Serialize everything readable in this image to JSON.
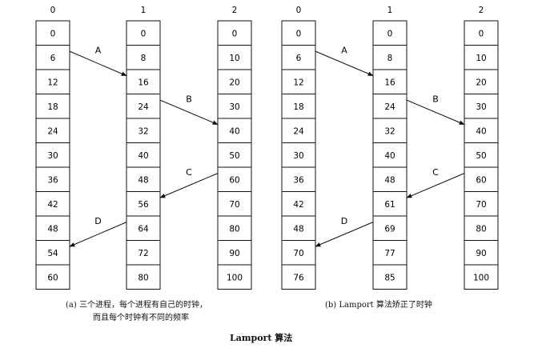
{
  "figure_title": "Lamport 算法",
  "panels": [
    {
      "id": "a",
      "caption_line1": "(a) 三个进程，每个进程有自己的时钟，",
      "caption_line2": "而且每个时钟有不同的频率",
      "processes": [
        {
          "label": "0",
          "values": [
            "0",
            "6",
            "12",
            "18",
            "24",
            "30",
            "36",
            "42",
            "48",
            "54",
            "60"
          ]
        },
        {
          "label": "1",
          "values": [
            "0",
            "8",
            "16",
            "24",
            "32",
            "40",
            "48",
            "56",
            "64",
            "72",
            "80"
          ]
        },
        {
          "label": "2",
          "values": [
            "0",
            "10",
            "20",
            "30",
            "40",
            "50",
            "60",
            "70",
            "80",
            "90",
            "100"
          ]
        }
      ],
      "messages": [
        {
          "label": "A",
          "from": [
            0,
            1
          ],
          "to": [
            1,
            2
          ]
        },
        {
          "label": "B",
          "from": [
            1,
            3
          ],
          "to": [
            2,
            4
          ]
        },
        {
          "label": "C",
          "from": [
            2,
            6
          ],
          "to": [
            1,
            7
          ]
        },
        {
          "label": "D",
          "from": [
            1,
            8
          ],
          "to": [
            0,
            9
          ]
        }
      ]
    },
    {
      "id": "b",
      "caption_line1": "(b) Lamport 算法矫正了时钟",
      "caption_line2": "",
      "processes": [
        {
          "label": "0",
          "values": [
            "0",
            "6",
            "12",
            "18",
            "24",
            "30",
            "36",
            "42",
            "48",
            "70",
            "76"
          ]
        },
        {
          "label": "1",
          "values": [
            "0",
            "8",
            "16",
            "24",
            "32",
            "40",
            "48",
            "61",
            "69",
            "77",
            "85"
          ]
        },
        {
          "label": "2",
          "values": [
            "0",
            "10",
            "20",
            "30",
            "40",
            "50",
            "60",
            "70",
            "80",
            "90",
            "100"
          ]
        }
      ],
      "messages": [
        {
          "label": "A",
          "from": [
            0,
            1
          ],
          "to": [
            1,
            2
          ]
        },
        {
          "label": "B",
          "from": [
            1,
            3
          ],
          "to": [
            2,
            4
          ]
        },
        {
          "label": "C",
          "from": [
            2,
            6
          ],
          "to": [
            1,
            7
          ]
        },
        {
          "label": "D",
          "from": [
            1,
            8
          ],
          "to": [
            0,
            9
          ]
        }
      ]
    }
  ]
}
